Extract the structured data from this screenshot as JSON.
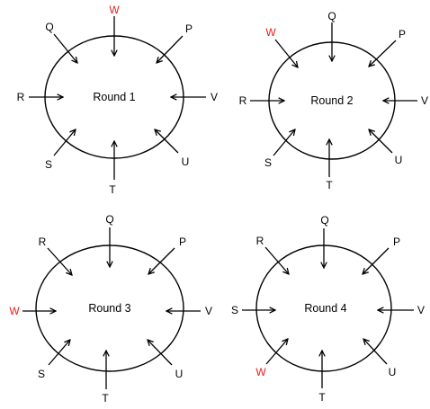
{
  "colors": {
    "default": "#000000",
    "highlight": "#e8201c"
  },
  "rounds": [
    {
      "title": "Round 1",
      "highlight": "W",
      "labels": {
        "W": "W",
        "Q": "Q",
        "P": "P",
        "R": "R",
        "V": "V",
        "S": "S",
        "T": "T",
        "U": "U"
      }
    },
    {
      "title": "Round 2",
      "highlight": "W",
      "labels": {
        "W": "W",
        "Q": "Q",
        "P": "P",
        "R": "R",
        "V": "V",
        "S": "S",
        "T": "T",
        "U": "U"
      }
    },
    {
      "title": "Round 3",
      "highlight": "W",
      "labels": {
        "R": "R",
        "Q": "Q",
        "P": "P",
        "W": "W",
        "V": "V",
        "S": "S",
        "T": "T",
        "U": "U"
      }
    },
    {
      "title": "Round 4",
      "highlight": "W",
      "labels": {
        "R": "R",
        "Q": "Q",
        "P": "P",
        "S": "S",
        "V": "V",
        "W": "W",
        "T": "T",
        "U": "U"
      }
    }
  ]
}
